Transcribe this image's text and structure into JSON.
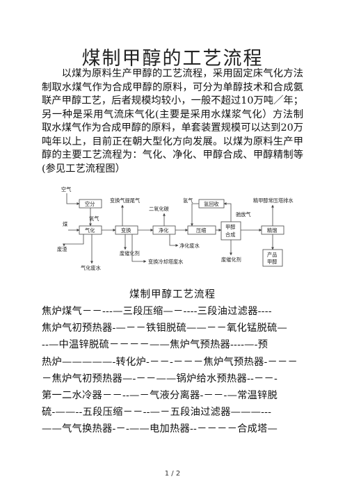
{
  "title": "煤制甲醇的工艺流程",
  "intro": "以煤为原料生产甲醇的工艺流程，采用固定床气化方法制取水煤气作为合成甲醇的原料，可分为单醇技术和合成氨联产甲醇工艺，后者规模均较小，一般不超过10万吨／年；另一种是采用气流床气化(主要是采用水煤浆气化）方法制取水煤气作为合成甲醇的原料，单套装置规模可以达到20万吨年以上，目前正在朝大型化方向发展。以煤为原料生产甲醇的主要工艺流程为：气化、净化、甲醇合成、甲醇精制等(参见工艺流程图）",
  "flow": {
    "boxes": {
      "kongfen": "空分",
      "qihua": "气化",
      "bianhuan": "变换",
      "jinghua": "净化",
      "yasuo": "压缩",
      "hecheng1": "甲醇",
      "hecheng2": "合成",
      "qinghuishou": "氢回收",
      "jingliu": "精馏",
      "chanpin1": "产品",
      "chanpin2": "甲醇"
    },
    "labels": {
      "kongqi": "空气",
      "yangqi": "氧气",
      "mei": "煤",
      "feizha": "废渣",
      "qihuafeishui": "气化废水",
      "bianhuanweiqi": "变换气提尾气",
      "feicuihuaji1": "废催化剂",
      "bianhuanfeishui": "变换冷却塔废水",
      "eryanghuatan": "二氧化碳",
      "jinghuafeishui": "净化废水",
      "qingqi": "氢气",
      "chifangqi": "驰放气",
      "feicuihuaji2": "废催化剂",
      "jingchangya": "精甲醇常压塔排水"
    }
  },
  "subtitle": "煤制甲醇工艺流程",
  "steps": [
    "焦炉煤气－－‑‑‑—三段压缩—－‑‑‑‑三段油过滤器‑‑‑‑",
    "焦炉气初预热器‑—－－铁钼脱硫——－－氧化锰脱硫—",
    "‑‑—中温锌脱硫－－－－——焦炉气预热器‑‑‑‑—‑预",
    "热炉—————‑转化炉‑－－‑－－－焦炉气预热器‑－－－",
    "－焦炉气初预热器—‑－－——锅炉给水预热器‑‑－－‑",
    "第一二水冷器－－‑‑—－气液分离器‑－－‑—常温锌脱",
    "硫‑——‑‑五段压缩－－‑‑—－五段油过滤器———‑‑‑",
    "——气气换热器‑－‑——电加热器‑‑－－－－合成塔—"
  ],
  "footer": "1 / 2"
}
